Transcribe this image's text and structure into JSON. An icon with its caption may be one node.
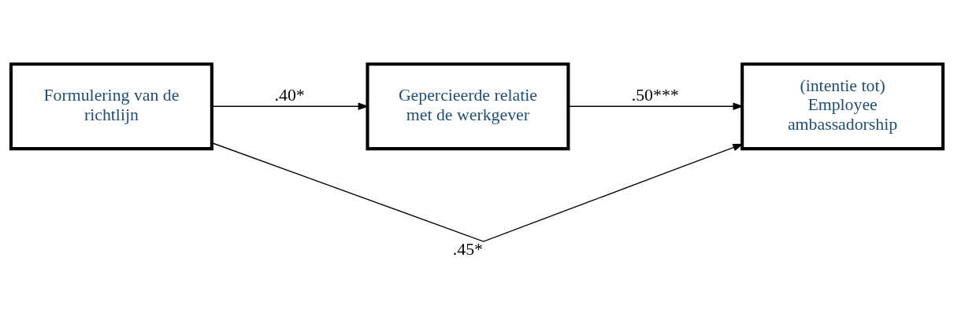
{
  "diagram": {
    "nodes": [
      {
        "text": [
          "Formulering van de richtlijn"
        ]
      },
      {
        "text": [
          "Gepercieerde relatie met de werkgever"
        ]
      },
      {
        "text": [
          "(intentie tot) Employee ambassadorship"
        ]
      }
    ],
    "edges": [
      {
        "from": 0,
        "to": 1,
        "arrow": "to",
        "label": ".40*"
      },
      {
        "from": 1,
        "to": 2,
        "arrow": "to",
        "label": ".50***"
      },
      {
        "from": 0,
        "to": 2,
        "arrow": "to",
        "label": ".45*"
      }
    ]
  }
}
